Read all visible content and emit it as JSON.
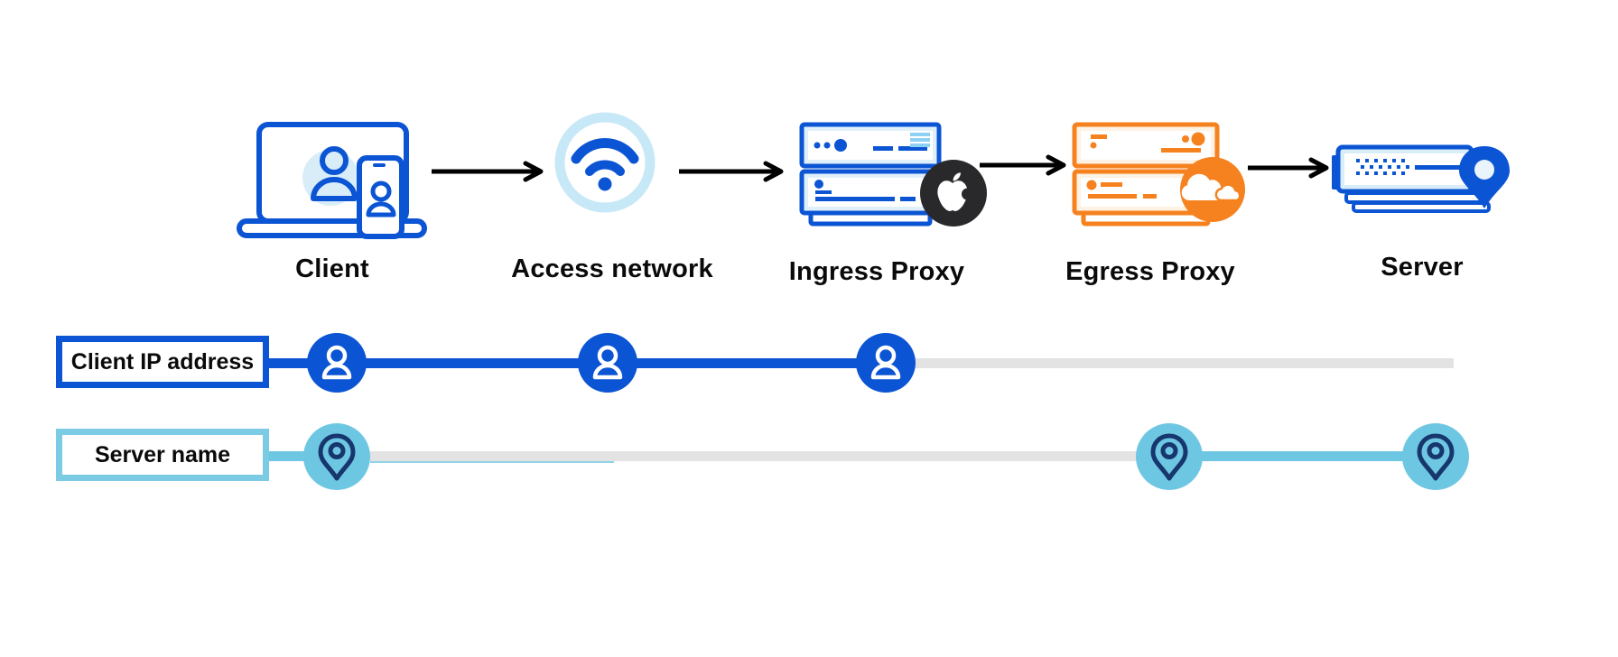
{
  "diagram": {
    "stages": [
      {
        "label": "Client",
        "icon": "laptop-phone-user-icon"
      },
      {
        "label": "Access network",
        "icon": "wifi-icon"
      },
      {
        "label": "Ingress Proxy",
        "icon": "server-stack-icon",
        "badge": "apple-logo-badge"
      },
      {
        "label": "Egress Proxy",
        "icon": "server-stack-icon",
        "badge": "cloudflare-logo-badge"
      },
      {
        "label": "Server",
        "icon": "server-location-pin-icon"
      }
    ],
    "rows": [
      {
        "label": "Client IP address",
        "node_icon": "user-icon",
        "visible_at": [
          "Client",
          "Access network",
          "Ingress Proxy"
        ],
        "color": "#0b55d4"
      },
      {
        "label": "Server name",
        "node_icon": "location-pin-icon",
        "visible_at": [
          "Client",
          "Egress Proxy",
          "Server"
        ],
        "color": "#6ec7e2"
      }
    ],
    "colors": {
      "primary_blue": "#0b55d4",
      "light_blue_fill": "#d9edf9",
      "wifi_ring": "#c7e8f7",
      "detail_light_blue": "#8ed1f3",
      "cyan": "#6ec7e2",
      "cyan_border": "#7bcbe4",
      "pin_navy": "#17366e",
      "orange": "#f6821f",
      "orange_fill": "#fdf2e3",
      "badge_black": "#29282a",
      "track_gray": "#e3e3e3",
      "arrow_black": "#000000",
      "text_black": "#0a0a0a"
    }
  }
}
